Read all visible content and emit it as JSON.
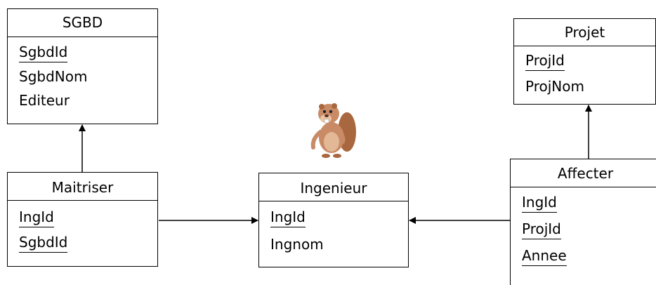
{
  "entities": {
    "sgbd": {
      "name": "SGBD",
      "attributes": [
        "SgbdId",
        "SgbdNom",
        "Editeur"
      ],
      "keys": [
        "SgbdId"
      ]
    },
    "projet": {
      "name": "Projet",
      "attributes": [
        "ProjId",
        "ProjNom"
      ],
      "keys": [
        "ProjId"
      ]
    },
    "maitriser": {
      "name": "Maitriser",
      "attributes": [
        "IngId",
        "SgbdId"
      ],
      "keys": [
        "IngId",
        "SgbdId"
      ]
    },
    "ingenieur": {
      "name": "Ingenieur",
      "attributes": [
        "IngId",
        "Ingnom"
      ],
      "keys": [
        "IngId"
      ]
    },
    "affecter": {
      "name": "Affecter",
      "attributes": [
        "IngId",
        "ProjId",
        "Annee"
      ],
      "keys": [
        "IngId",
        "ProjId",
        "Annee"
      ]
    }
  },
  "colors": {
    "line": "#000000",
    "background": "#ffffff",
    "beaver_fur": "#c98a66"
  },
  "icons": {
    "mascot": "beaver-mascot-icon"
  }
}
